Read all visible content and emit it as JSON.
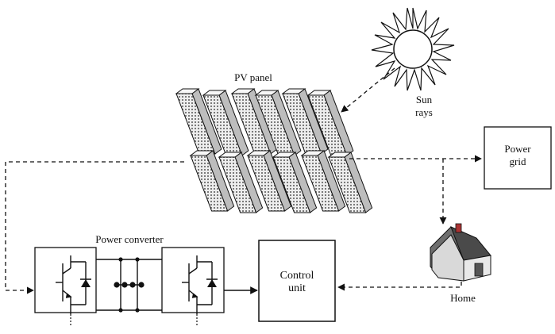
{
  "diagram": {
    "labels": {
      "pv_panel": "PV panel",
      "sun_rays": "Sun\nrays",
      "power_grid": "Power\ngrid",
      "power_converter": "Power converter",
      "control_unit": "Control\nunit",
      "home": "Home"
    },
    "icons": {
      "sun": "sun-icon",
      "pv_array": "solar-panel-icon",
      "house": "house-icon",
      "transistor": "igbt-transistor-icon",
      "diode": "diode-icon",
      "capacitor_bank": "capacitor-icon"
    },
    "colors": {
      "line": "#111111",
      "panel_fill": "#ececec",
      "panel_cells": "#8a8a8a"
    }
  }
}
